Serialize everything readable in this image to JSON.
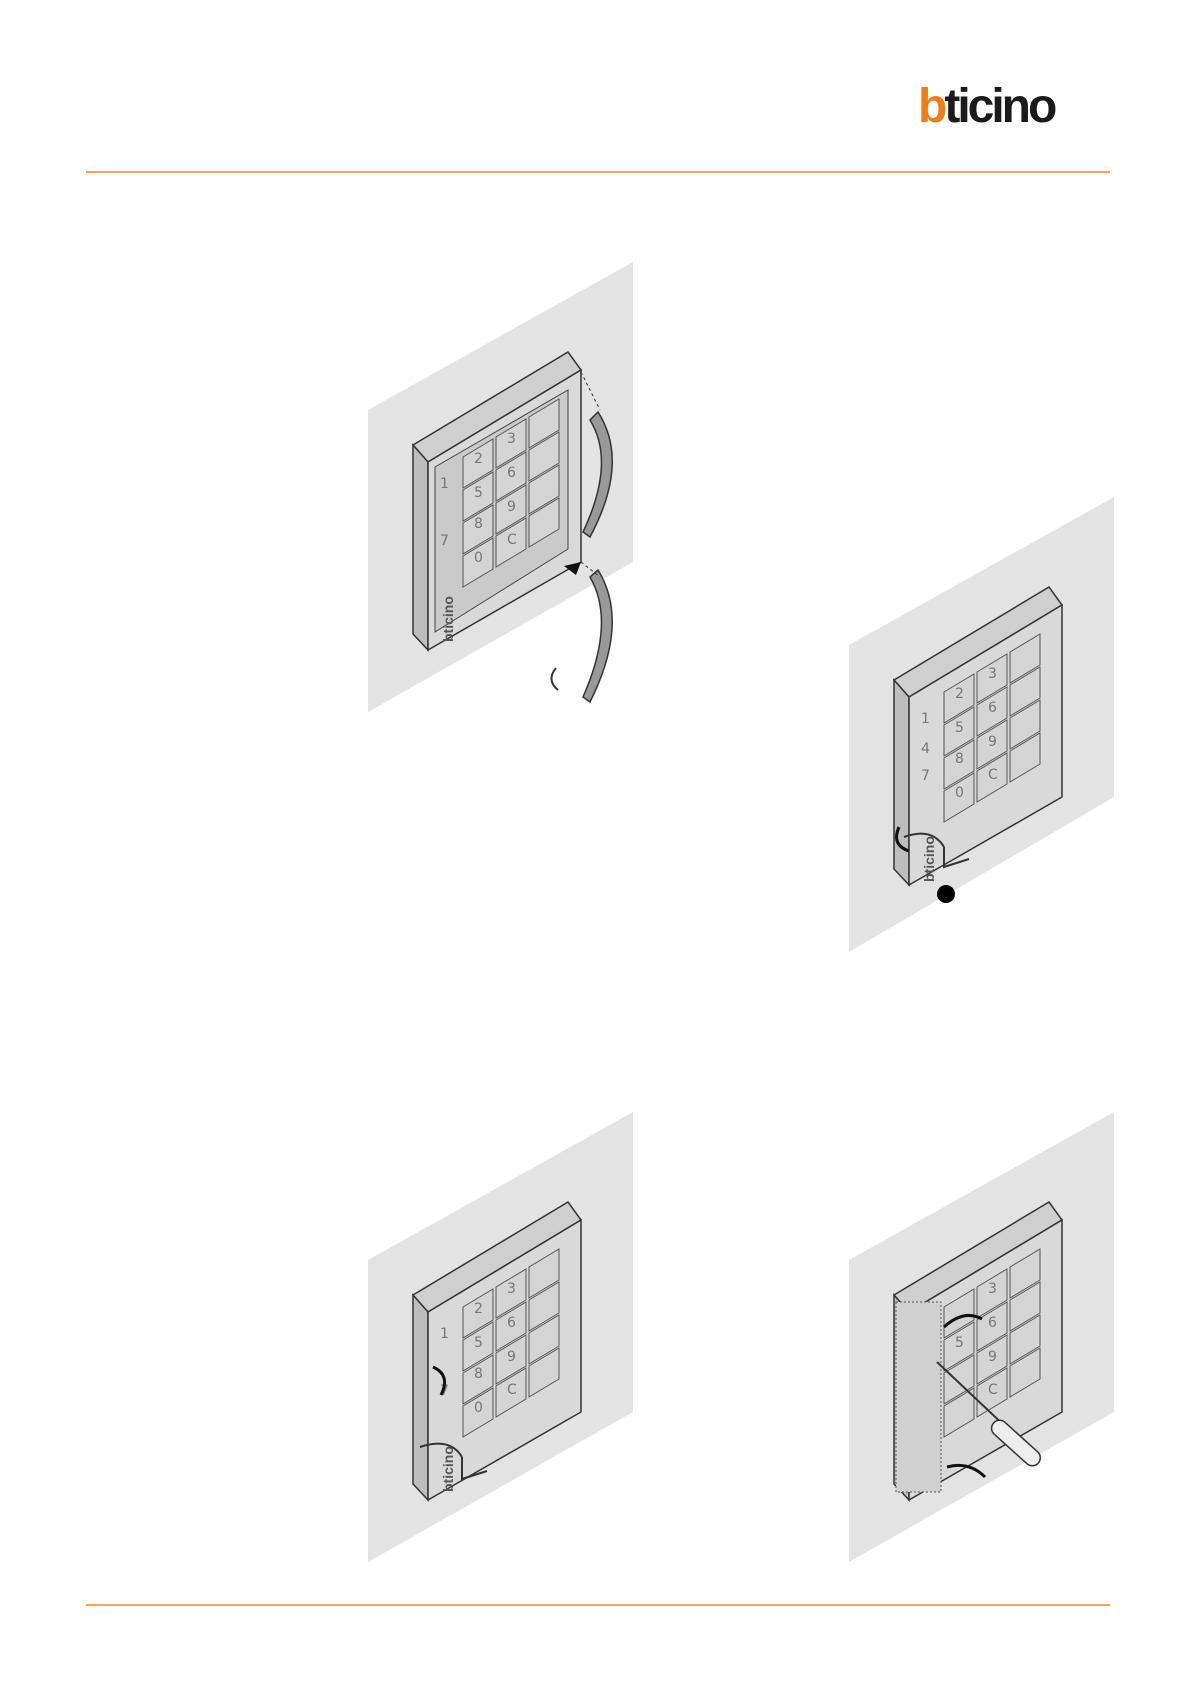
{
  "header": {
    "logo_text": "bticino",
    "logo_colors": {
      "b": "#f07d1a",
      "rest": "#1a1a1a"
    }
  },
  "rule_color": "#f0a35a",
  "keypad": {
    "keys": [
      "1",
      "2",
      "3",
      "4",
      "5",
      "6",
      "7",
      "8",
      "9",
      "0",
      "C"
    ],
    "panel_brand": "bticino"
  },
  "figures": [
    {
      "id": "fig1",
      "description_icons": [
        "wall-panel",
        "keypad-unit",
        "end-cap-top",
        "end-cap-bottom",
        "arrow-icon",
        "rotate-arrow-icon"
      ]
    },
    {
      "id": "fig2",
      "description_icons": [
        "wall-panel",
        "keypad-unit",
        "hex-key",
        "rotate-arrow-icon",
        "step-dot"
      ]
    },
    {
      "id": "fig3",
      "description_icons": [
        "wall-panel",
        "keypad-unit",
        "hex-key",
        "rotate-arrow-icon"
      ]
    },
    {
      "id": "fig4",
      "description_icons": [
        "wall-panel",
        "keypad-unit",
        "screwdriver",
        "rotate-arrow-icon"
      ]
    }
  ]
}
